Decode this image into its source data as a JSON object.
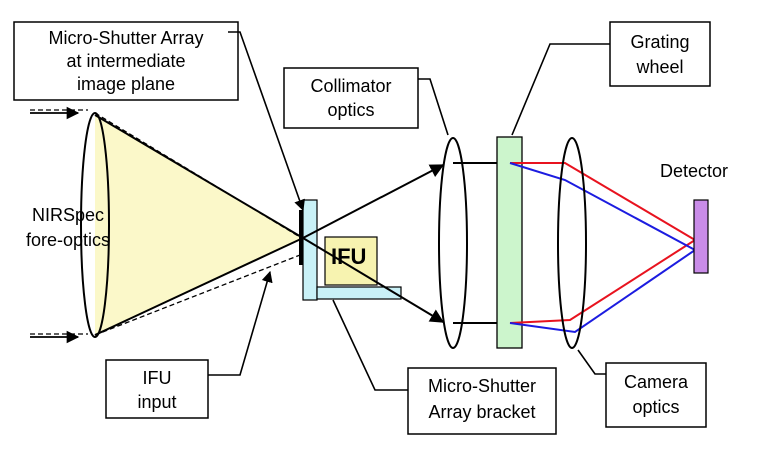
{
  "labels": {
    "msa_intermediate": [
      "Micro-Shutter Array",
      "at intermediate",
      "image plane"
    ],
    "collimator": [
      "Collimator",
      "optics"
    ],
    "grating": [
      "Grating",
      "wheel"
    ],
    "detector": "Detector",
    "fore_optics": [
      "NIRSpec",
      "fore-optics"
    ],
    "ifu_box": "IFU",
    "ifu_input": [
      "IFU",
      "input"
    ],
    "msa_bracket": [
      "Micro-Shutter",
      "Array bracket"
    ],
    "camera": [
      "Camera",
      "optics"
    ]
  },
  "colors": {
    "beam_fill": "#fbf8c9",
    "msa_bracket": "#c9f1f7",
    "ifu_fill": "#f7f3b0",
    "grating_fill": "#ccf5cc",
    "detector_fill": "#c98ce8",
    "ray_red": "#e8131f",
    "ray_blue": "#1c1ce0",
    "line": "#000000"
  }
}
